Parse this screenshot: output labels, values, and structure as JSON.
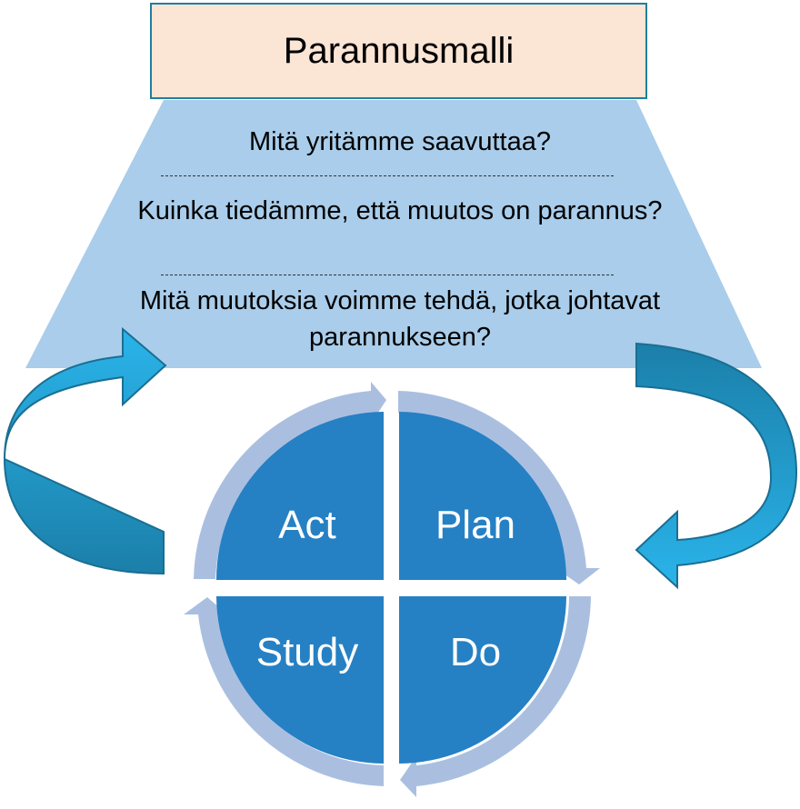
{
  "title": "Parannusmalli",
  "questions": [
    "Mitä yritämme saavuttaa?",
    "Kuinka tiedämme, että muutos on parannus?",
    "Mitä muutoksia voimme tehdä, jotka johtavat parannukseen?"
  ],
  "cycle": {
    "act": "Act",
    "plan": "Plan",
    "study": "Study",
    "do": "Do"
  },
  "colors": {
    "title_fill": "#fbe5d5",
    "title_border": "#1f7fa0",
    "trapezoid": "#a9cdea",
    "quadrant": "#2680c4",
    "ring": "#aabfe0",
    "arrow_light": "#27aee6",
    "arrow_dark": "#1c7fa8"
  }
}
